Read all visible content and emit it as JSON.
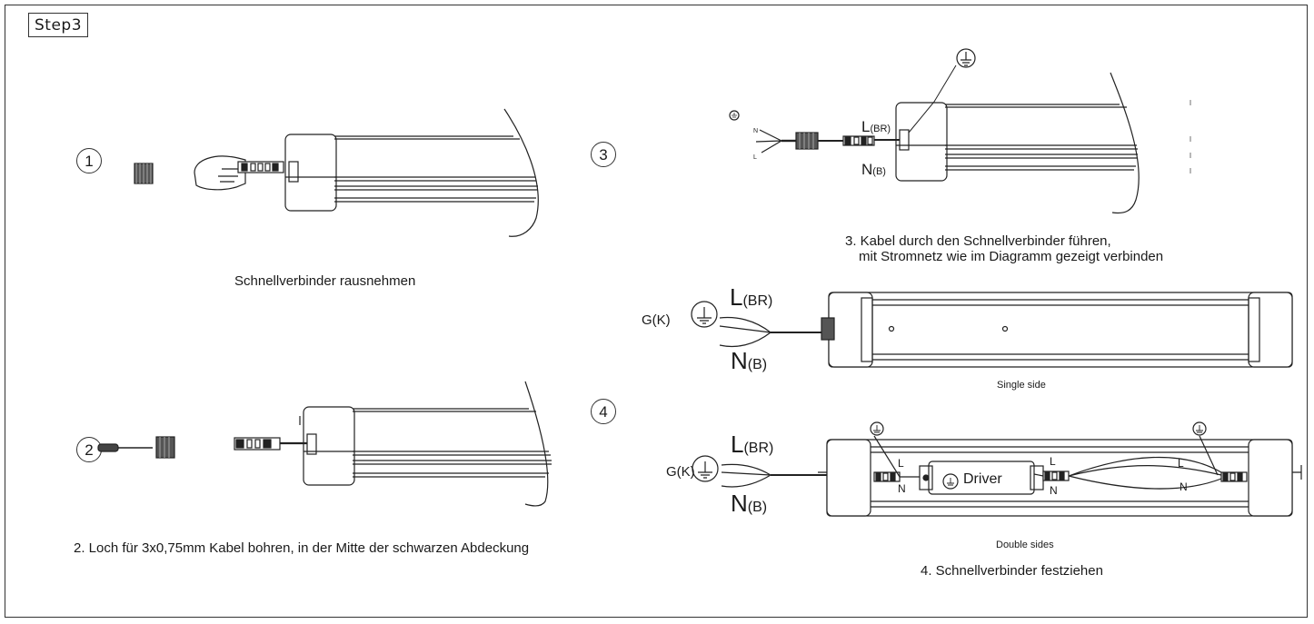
{
  "step_title": "Step3",
  "steps": [
    {
      "number": "1",
      "caption": "Schnellverbinder rausnehmen"
    },
    {
      "number": "2",
      "caption": "2. Loch für 3x0,75mm Kabel bohren, in der Mitte der schwarzen Abdeckung"
    },
    {
      "number": "3",
      "caption_line1": "3. Kabel durch den Schnellverbinder führen,",
      "caption_line2": "mit Stromnetz wie im Diagramm gezeigt verbinden"
    },
    {
      "number": "4",
      "caption": "4. Schnellverbinder festziehen"
    }
  ],
  "wiring": {
    "L": "L",
    "L_sub": "(BR)",
    "N": "N",
    "N_sub": "(B)",
    "G": "G(K)",
    "single_side": "Single side",
    "double_sides": "Double sides",
    "driver": "Driver",
    "wire_L": "L",
    "wire_N": "N"
  }
}
